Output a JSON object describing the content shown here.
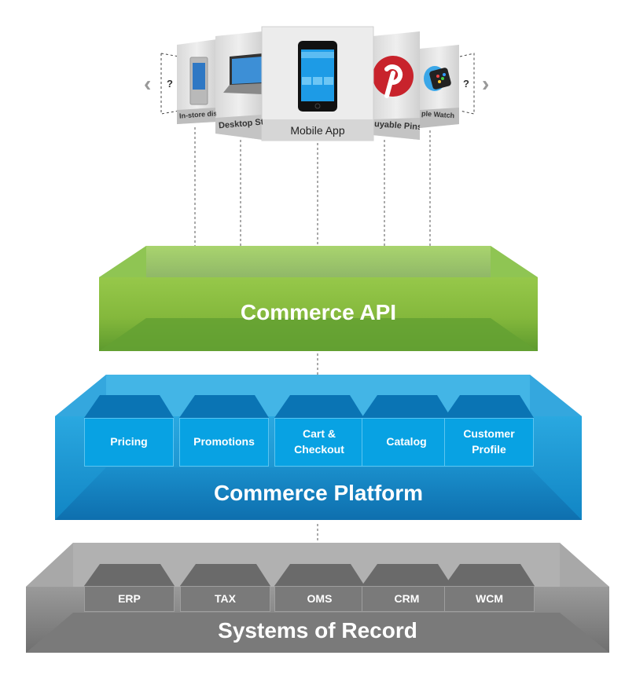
{
  "channels": {
    "nav_prev_icon": "chevron-left",
    "nav_next_icon": "chevron-right",
    "placeholder_left": "?",
    "placeholder_right": "?",
    "cards": [
      {
        "label": "In-store dis",
        "icon": "kiosk-tablet-icon"
      },
      {
        "label": "Desktop St",
        "icon": "laptop-icon"
      },
      {
        "label": "Mobile App",
        "icon": "smartphone-icon"
      },
      {
        "label": "uyable Pins",
        "icon": "pinterest-icon"
      },
      {
        "label": "ple Watch",
        "icon": "smartwatch-icon"
      }
    ]
  },
  "layers": {
    "api": {
      "title": "Commerce API",
      "color": "#8cc63f"
    },
    "platform": {
      "title": "Commerce Platform",
      "color": "#1ba1dc",
      "modules": [
        "Pricing",
        "Promotions",
        "Cart &\nCheckout",
        "Catalog",
        "Customer\nProfile"
      ]
    },
    "records": {
      "title": "Systems of Record",
      "color": "#8a8a8a",
      "modules": [
        "ERP",
        "TAX",
        "OMS",
        "CRM",
        "WCM"
      ]
    }
  }
}
